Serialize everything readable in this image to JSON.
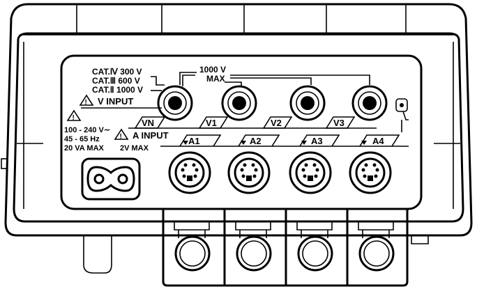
{
  "panel": {
    "cat_lines": [
      "CAT.Ⅳ  300 V",
      "CAT.Ⅲ  600 V",
      "CAT.Ⅱ 1000 V"
    ],
    "v_input": "V INPUT",
    "max_voltage": "1000 V",
    "max_voltage_sub": "MAX",
    "a_input": "A INPUT",
    "a_max": "2V MAX",
    "power_lines": [
      "100 - 240 V∼",
      "45 - 65 Hz",
      "20 VA  MAX"
    ]
  },
  "voltage_terminals": [
    {
      "label": "VN"
    },
    {
      "label": "V1"
    },
    {
      "label": "V2"
    },
    {
      "label": "V3"
    }
  ],
  "current_inputs": [
    {
      "label": "A1"
    },
    {
      "label": "A2"
    },
    {
      "label": "A3"
    },
    {
      "label": "A4"
    }
  ],
  "icons": {
    "warning": "warning-triangle-icon",
    "lock": "kensington-lock-icon",
    "power_inlet": "power-inlet-icon"
  }
}
